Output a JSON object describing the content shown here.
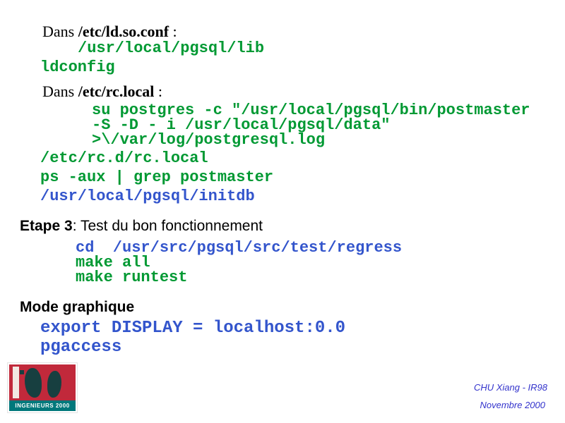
{
  "content": {
    "ld_heading": {
      "prefix": "Dans ",
      "path": "/etc/ld.so.conf",
      "suffix": " :"
    },
    "ld_code": {
      "lib": "/usr/local/pgsql/lib",
      "ldconfig": "ldconfig"
    },
    "rc_heading": {
      "prefix": "Dans ",
      "path": "/etc/rc.local",
      "suffix": " :"
    },
    "rc_code": [
      "su postgres -c \"/usr/local/pgsql/bin/postmaster",
      "-S -D - i /usr/local/pgsql/data\"",
      ">\\/var/log/postgresql.log"
    ],
    "commands": {
      "rc_local": "/etc/rc.d/rc.local",
      "ps_grep": "ps -aux | grep postmaster",
      "initdb": "/usr/local/pgsql/initdb"
    },
    "etape3": {
      "label": "Etape 3",
      "text": ": Test du bon fonctionnement"
    },
    "test_code": {
      "cd": "cd  /usr/src/pgsql/src/test/regress",
      "make_all": "make all",
      "make_runtest": "make runtest"
    },
    "mode_heading": "Mode graphique",
    "graphic_code": {
      "export_display": "export DISPLAY = localhost:0.0",
      "pgaccess": "pgaccess"
    },
    "footer": {
      "author": "CHU Xiang - IR98",
      "date": "Novembre 2000"
    },
    "logo": {
      "caption": "INGENIEURS 2000"
    }
  },
  "colors": {
    "code_green": "#009933",
    "code_blue": "#3355cc",
    "footer_blue": "#3333cc",
    "logo_red": "#c1293b",
    "logo_teal": "#00787b"
  }
}
